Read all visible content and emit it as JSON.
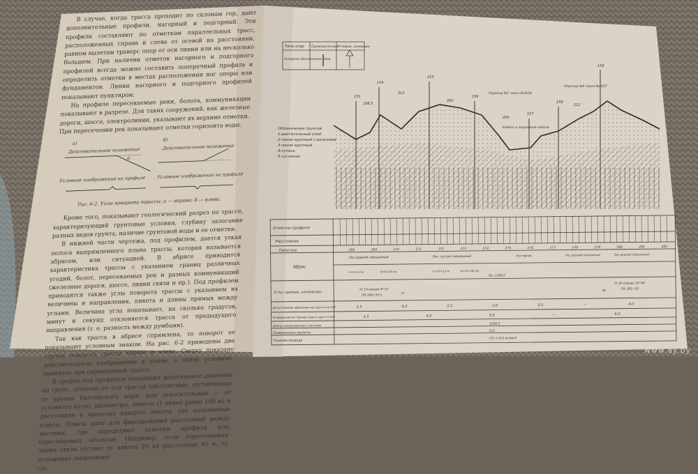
{
  "left_page": {
    "paragraphs": [
      "В случае, когда трасса проходит по склонам гор, дают дополнительные профили, нагорный и подгорный. Эти профили составляют по отметкам параллельных трасс, расположенных справа и слева от осевой на расстоянии, равном вылетам траверс опор от оси линии или на несколько большем. При наличии отметок нагорного и подгорного профилей всегда можно составить поперечный профиль и определить отметки в местах расположения ног опоры или фундаментов. Линии нагорного и подгорного профилей показывают пунктиром.",
      "На профиле пересекаемые реки, болота, коммуникации показывают в разрезе. Для таких сооружений, как железные дороги, шоссе, электролинии, указывают их верхние отметки. При пересечении рек показывают отметки горизонта воды."
    ],
    "figure": {
      "label_a": "а)",
      "label_b": "б)",
      "actual_a": "Действительное положение",
      "actual_b": "Действительное положение",
      "angle_symbol": "α",
      "conventional_a": "Условное изображение на профиле",
      "conventional_b": "Условное изображение на профиле",
      "caption": "Рис. 6-2. Углы поворота трассы: а — вправо; б — влево."
    },
    "paragraphs2": [
      "Кроме того, показывают геологический разрез по трассе, характеризующий грунтовые условия, глубину залегания разных видов грунта, наличие грунтовой воды и ее отметки.",
      "В нижней части чертежа, под профилем, дается узкая полоса выпрямленного плана трассы, которая называется абрисом, или ситуацией. В абрисе приводится характеристика трассы с указанием границ различных угодий, болот, пересекаемых рек и разных коммуникаций (железные дороги, шоссе, линии связи и пр.). Под профилем приводятся также углы поворота трассы с указанием их величины и направления, пикета и длины прямых между углами. Величина угла показывает, на сколько градусов, минут и секунд отклоняется трасса от предыдущего направления (т. е. разность между румбами).",
      "Так как трасса в абрисе спрямлена, то поворот ее показывают условным знаком. На рис. 6-2 приведены два случая поворота трассы вправо и влево. Сверху показано действительное изображение в плане, а снизу условное, принятое при спрямленной трассе.",
      "В графах под профилем указывают допускаемое давление на грунт, отметки по оси трассы (абсолютные, отсчитанные от уровня Балтийского моря, или относительные — от условного нуля), километры, пикеты (1 пикет равен 100 м) и расстояния в пределах каждого пикета, так называемые плюсы. Плюсы дают для фиксирования расстояний между местами, где определяют отметки профиля или пересекаемых объектов. Например, если пересекаемая линия связи отстоит от пикета 20 на расстоянии 45 м, то положение записывают"
    ],
    "page_number": "130"
  },
  "right_page": {
    "legend_table": {
      "col1": "Типы опор",
      "col2": "Промежуточные",
      "col3": "Угловые, анкерные",
      "row_label": "Условное обозначение опор"
    },
    "soil_legend": {
      "title": "Обозначения грунтов",
      "items": [
        "1-растительный слой",
        "2-песок крупный с валунами",
        "3-песок крупный",
        "4-супесь",
        "5-суглинок"
      ]
    },
    "towers": [
      "153",
      "154",
      "155",
      "156",
      "157",
      "158",
      "159"
    ],
    "spans": [
      "198,5",
      "213",
      "200",
      "200",
      "212"
    ],
    "crossings": [
      "Переход №5 через №2038",
      "Переход №6 через №2037",
      "Кабель в подземной кабеле"
    ],
    "table": {
      "rows": [
        "Отметки профиля",
        "Расстояния",
        "Пикетаж",
        "Абрис",
        "Углы, прямые, километры",
        "Допускаемые давления на грунт в кг/см²",
        "Коэффициенты трения сваи о грунт в т/м²",
        "Длины анкерованных участков",
        "Приведенные пролеты",
        "Тяжение провода"
      ],
      "pickets": [
        "268",
        "269",
        "270",
        "271",
        "272",
        "273",
        "274",
        "275",
        "276",
        "277",
        "278",
        "279",
        "280",
        "281",
        "282"
      ],
      "abris": [
        "Лес редкий смешанный",
        "h=4÷13 м",
        "d=5÷20 см",
        "Лес густой смешанный",
        "h=10÷15 м",
        "d=15÷30 см",
        "Кустарник",
        "Лес редкий смешанный",
        "Лес редкий смешанный"
      ],
      "angles": [
        "Уг.19 вправо 8°32'",
        "ПК 268+56,5",
        "37",
        "Уг.20 вправо 20°46'",
        "ПК 281+50",
        "36",
        "Пр. 1248,5"
      ],
      "allowable_pressure": [
        "2,5",
        "4,0",
        "2,5",
        "2,0",
        "2,5",
        "—",
        "4,0"
      ],
      "friction": [
        "2,5",
        "4,0",
        "5,0",
        "—",
        "6,0"
      ],
      "anchored_length": "1266,5",
      "reduced_span": "212",
      "tension": "(Tн = 8,5 кг/мм²)"
    }
  },
  "watermark": "www.ay.by"
}
